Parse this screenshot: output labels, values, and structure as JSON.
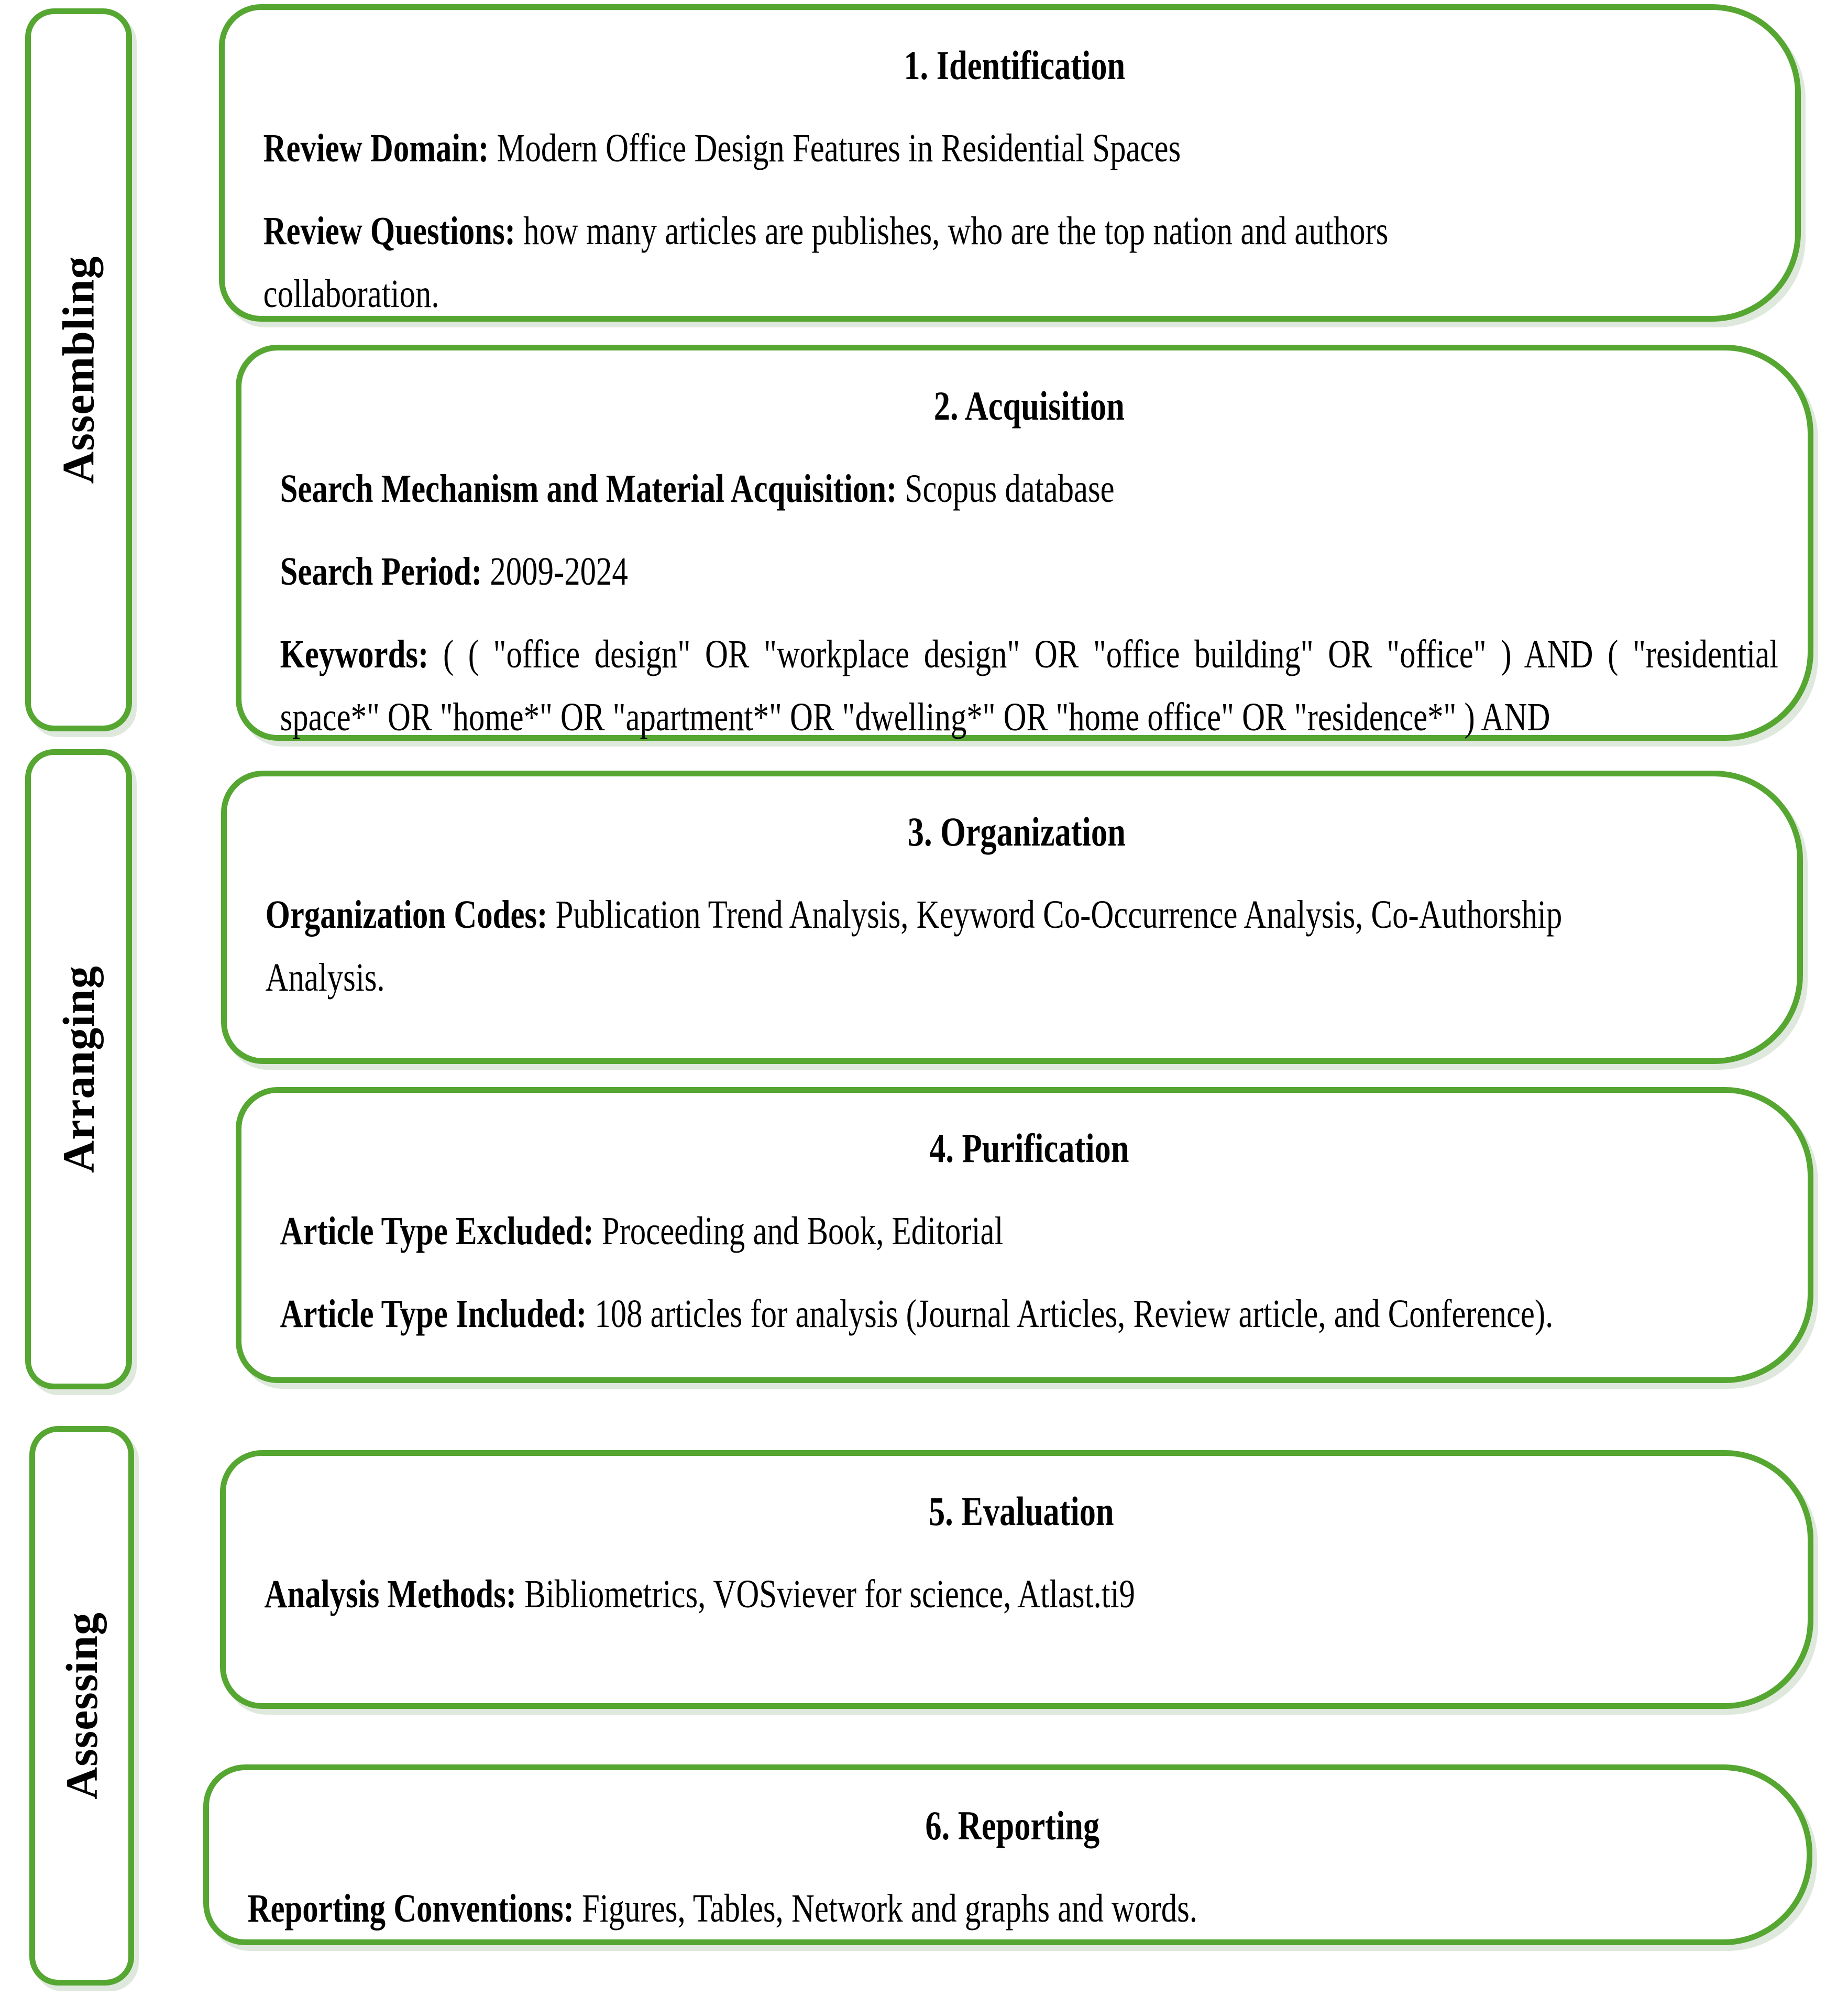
{
  "colors": {
    "accent": "#56A632",
    "text": "#000000",
    "background": "#FFFFFF"
  },
  "stages": [
    {
      "label": "Assembling"
    },
    {
      "label": "Arranging"
    },
    {
      "label": "Assessing"
    }
  ],
  "steps": [
    {
      "title": "1. Identification",
      "items": [
        {
          "label": "Review Domain:",
          "text": "Modern Office Design Features in Residential Spaces"
        },
        {
          "label": "Review Questions:",
          "text": "how many articles are publishes, who are the top nation and authors\ncollaboration."
        }
      ]
    },
    {
      "title": "2. Acquisition",
      "items": [
        {
          "label": "Search Mechanism and Material Acquisition:",
          "text": "Scopus database"
        },
        {
          "label": "Search Period:",
          "text": "2009-2024"
        },
        {
          "label": "Keywords:",
          "text": "( ( \"office design\" OR \"workplace design\" OR \"office building\" OR \"office\" ) AND ( \"residential space*\" OR \"home*\" OR \"apartment*\" OR \"dwelling*\" OR \"home office\" OR \"residence*\" ) AND"
        }
      ]
    },
    {
      "title": "3. Organization",
      "items": [
        {
          "label": "Organization Codes:",
          "text": "Publication Trend Analysis, Keyword Co-Occurrence Analysis, Co-Authorship\nAnalysis."
        }
      ]
    },
    {
      "title": "4. Purification",
      "items": [
        {
          "label": "Article Type Excluded:",
          "text": "Proceeding and Book, Editorial"
        },
        {
          "label": "Article Type Included:",
          "text": "108 articles for analysis (Journal Articles, Review article, and Conference)."
        }
      ]
    },
    {
      "title": "5. Evaluation",
      "items": [
        {
          "label": "Analysis Methods:",
          "text": "Bibliometrics, VOSviever for science, Atlast.ti9"
        }
      ]
    },
    {
      "title": "6. Reporting",
      "items": [
        {
          "label": "Reporting Conventions:",
          "text": "Figures, Tables, Network and graphs and words."
        }
      ]
    }
  ]
}
